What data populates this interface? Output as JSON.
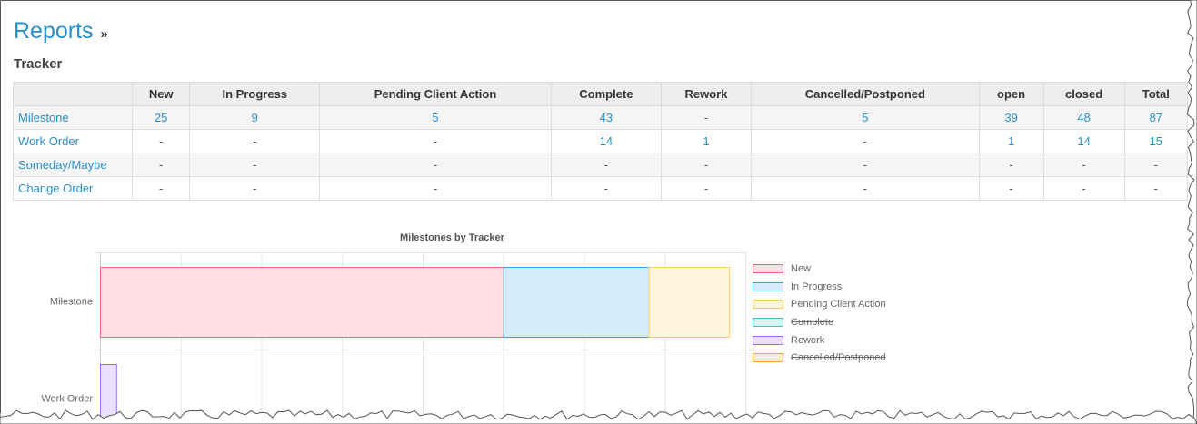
{
  "page": {
    "title": "Reports",
    "breadcrumb_sep": "»",
    "section_title": "Tracker"
  },
  "table": {
    "headers": [
      "",
      "New",
      "In Progress",
      "Pending Client Action",
      "Complete",
      "Rework",
      "Cancelled/Postponed",
      "open",
      "closed",
      "Total"
    ],
    "rows": [
      {
        "label": "Milestone",
        "cells": [
          "25",
          "9",
          "5",
          "43",
          "-",
          "5",
          "39",
          "48",
          "87"
        ]
      },
      {
        "label": "Work Order",
        "cells": [
          "-",
          "-",
          "-",
          "14",
          "1",
          "-",
          "1",
          "14",
          "15"
        ]
      },
      {
        "label": "Someday/Maybe",
        "cells": [
          "-",
          "-",
          "-",
          "-",
          "-",
          "-",
          "-",
          "-",
          "-"
        ]
      },
      {
        "label": "Change Order",
        "cells": [
          "-",
          "-",
          "-",
          "-",
          "-",
          "-",
          "-",
          "-",
          "-"
        ]
      }
    ]
  },
  "chart_data": {
    "type": "bar",
    "orientation": "horizontal",
    "stacked": true,
    "title": "Milestones by Tracker",
    "categories": [
      "Milestone",
      "Work Order"
    ],
    "series": [
      {
        "name": "New",
        "values": [
          25,
          0
        ],
        "color": "#ff6384",
        "fill": "#ffe0e6",
        "hidden": false
      },
      {
        "name": "In Progress",
        "values": [
          9,
          0
        ],
        "color": "#36a2eb",
        "fill": "#d7ecfb",
        "hidden": false
      },
      {
        "name": "Pending Client Action",
        "values": [
          5,
          0
        ],
        "color": "#ffce56",
        "fill": "#fff5dd",
        "hidden": false
      },
      {
        "name": "Complete",
        "values": [
          43,
          14
        ],
        "color": "#4bc0c0",
        "fill": "#dbf2f2",
        "hidden": true
      },
      {
        "name": "Rework",
        "values": [
          0,
          1
        ],
        "color": "#9966ff",
        "fill": "#ebe0ff",
        "hidden": false
      },
      {
        "name": "Cancelled/Postponed",
        "values": [
          5,
          0
        ],
        "color": "#ff9f40",
        "fill": "#ffecd9",
        "hidden": true
      }
    ],
    "xlim": [
      0,
      40
    ],
    "grid": true,
    "legend_position": "right"
  }
}
